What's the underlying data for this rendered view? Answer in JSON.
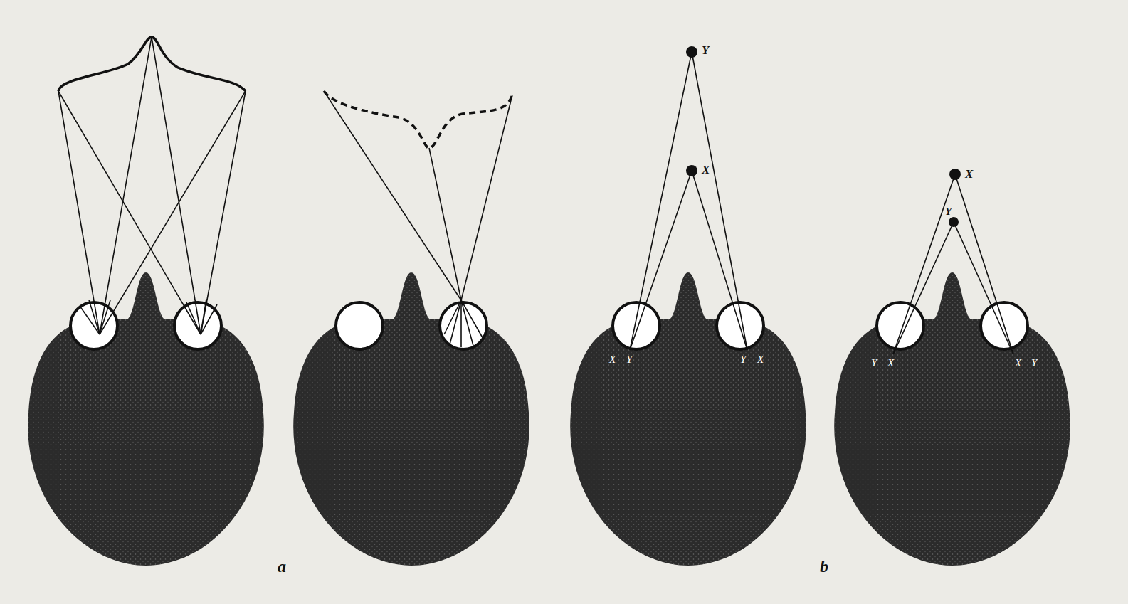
{
  "diagram": {
    "labels": [
      "a",
      "Y",
      "X",
      "X",
      "Y",
      "Y",
      "X",
      "X",
      "Y",
      "Y",
      "X",
      "X",
      "Y",
      "b"
    ]
  }
}
